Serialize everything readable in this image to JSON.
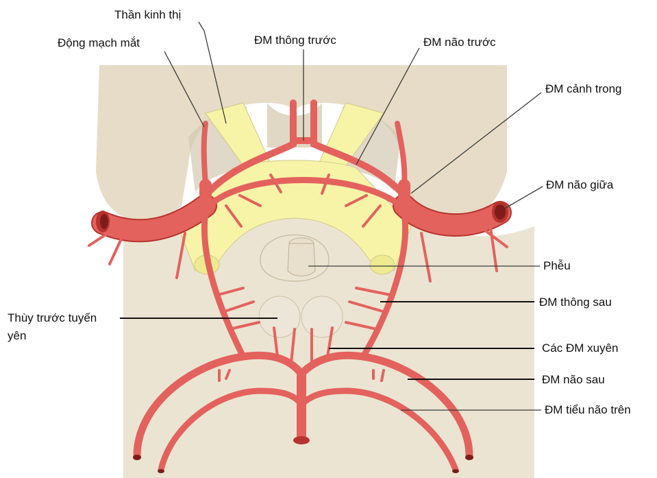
{
  "labels": {
    "optic_nerve": "Thần kinh thị",
    "ophthalmic_artery": "Động mạch mắt",
    "anterior_communicating": "ĐM thông trước",
    "anterior_cerebral": "ĐM não trước",
    "internal_carotid": "ĐM cảnh trong",
    "middle_cerebral": "ĐM não giữa",
    "infundibulum": "Phễu",
    "posterior_communicating": "ĐM thông sau",
    "anterior_pituitary_line1": "Thùy trước tuyến",
    "anterior_pituitary_line2": "yên",
    "perforating_arteries": "Các ĐM xuyên",
    "posterior_cerebral": "ĐM não sau",
    "superior_cerebellar": "ĐM tiểu não trên"
  },
  "colors": {
    "background_tissue": "#e6dcc7",
    "tissue_shadow": "#d3c8b0",
    "optic_nerve_fill": "#f7f4a8",
    "artery_fill": "#e3625d",
    "artery_dark": "#b8332f",
    "pituitary_fill": "#ece6d8"
  }
}
